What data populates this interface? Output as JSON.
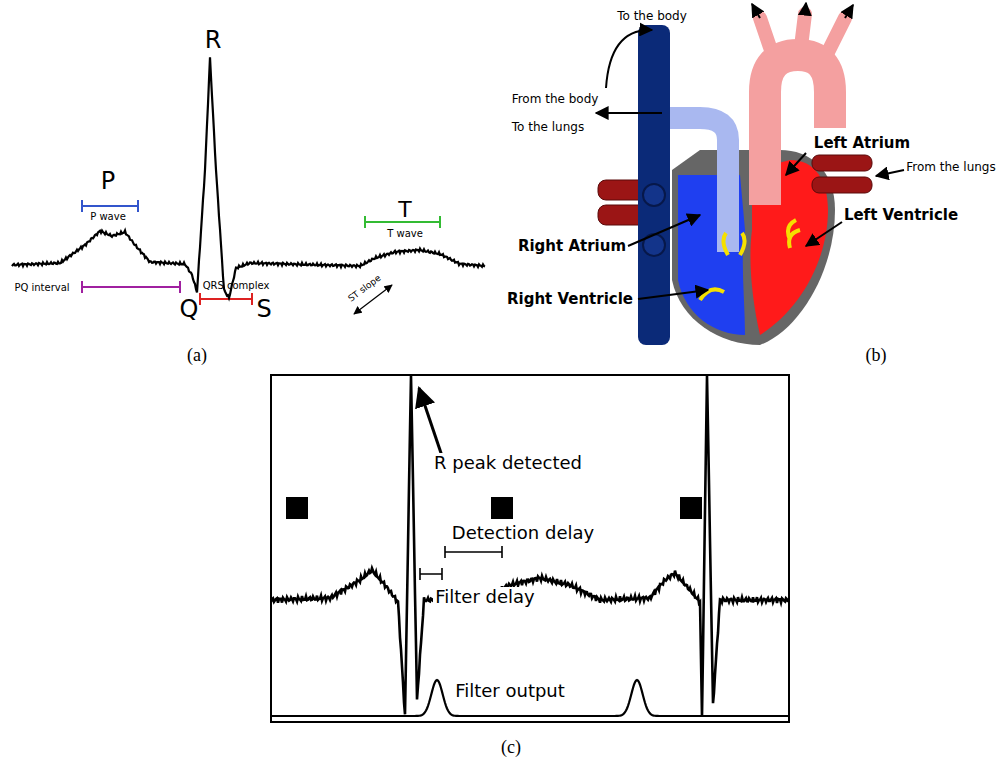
{
  "diagram": {
    "nodes": [
      {
        "text": [
          "R peak detected",
          "Detection delay",
          "Filter delay",
          "Filter output"
        ]
      }
    ],
    "labels": [
      "P",
      "P wave",
      "R",
      "PQ interval",
      "QRS complex",
      "Q",
      "S",
      "T",
      "T wave",
      "ST slope",
      "(a)",
      "To the body",
      "From the body",
      "To the lungs",
      "Left Atrium",
      "From the lungs",
      "Left Ventricle",
      "Right Atrium",
      "Right Ventricle",
      "(b)",
      "(c)"
    ]
  }
}
